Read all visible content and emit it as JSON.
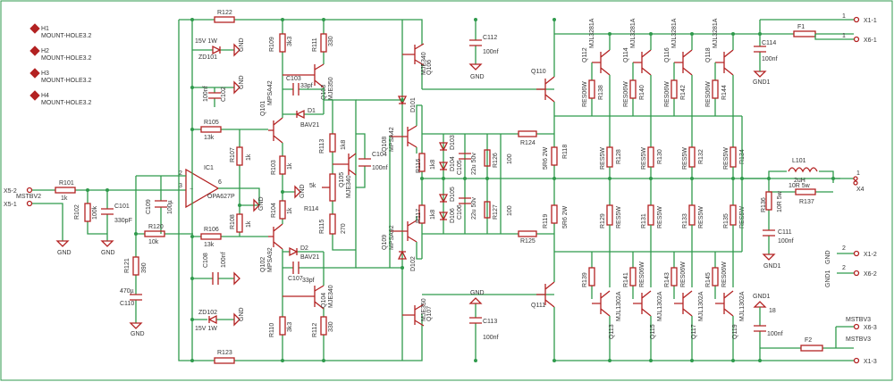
{
  "mount_holes": [
    {
      "ref": "H1",
      "value": "MOUNT-HOLE3.2"
    },
    {
      "ref": "H2",
      "value": "MOUNT-HOLE3.2"
    },
    {
      "ref": "H3",
      "value": "MOUNT-HOLE3.2"
    },
    {
      "ref": "H4",
      "value": "MOUNT-HOLE3.2"
    }
  ],
  "labels": {
    "X5_2": "X5-2",
    "X5_1": "X5-1",
    "MSTBV2": "MSTBV2",
    "R101": "R101",
    "R101v": "1k",
    "R102": "R102",
    "R102v": "100k",
    "C101": "C101",
    "C101v": "330pF",
    "GND": "GND",
    "C109": "C109",
    "C109v": "100µ",
    "R120": "R120",
    "R120v": "10k",
    "R121": "R121",
    "R121v": "390",
    "C110": "C110",
    "C110v": "470µ",
    "IC1": "IC1",
    "IC1v": "OPA627P",
    "pin3": "3",
    "pin2": "2",
    "pin6": "6",
    "R122": "R122",
    "R123": "R123",
    "ZD101": "ZD101",
    "ZD101v": "15V 1W",
    "ZD102": "ZD102",
    "ZD102v": "15V 1W",
    "C102": "C102",
    "C102v": "100nf",
    "C108": "C108",
    "C108v": "100nf",
    "R105": "R105",
    "R105v": "13k",
    "R106": "R106",
    "R106v": "13k",
    "R107": "R107",
    "R107v": "1k",
    "R108": "R108",
    "R108v": "1k",
    "R103": "R103",
    "R103v": "1k",
    "R104": "R104",
    "R104v": "1k",
    "R109": "R109",
    "R109v": "3k3",
    "R110": "R110",
    "R110v": "3k3",
    "R111": "R111",
    "R111v": "330",
    "R112": "R112",
    "R112v": "330",
    "C103": "C103",
    "C103v": "33pf",
    "C107": "C107",
    "C107v": "33pf",
    "Q101": "Q101",
    "Q101v": "MPSA42",
    "Q102": "Q102",
    "Q102v": "MPSA92",
    "Q103": "Q103",
    "Q103v": "MJE350",
    "Q104": "Q104",
    "Q104v": "MJE340",
    "D1": "D1",
    "D1v": "BAV21",
    "D2": "D2",
    "D2v": "BAV21",
    "R113": "R113",
    "R113v": "1k8",
    "R114": "R114",
    "R114v": "5k",
    "R115": "R115",
    "R115v": "270",
    "Q105": "Q105",
    "Q105v": "MJE340",
    "C104": "C104",
    "C104v": "100nf",
    "Q106": "Q106",
    "Q106v": "MJE340",
    "Q107": "Q107",
    "Q107v": "MJE350",
    "Q108": "Q108",
    "Q108v": "MPSA42",
    "Q109": "Q109",
    "Q109v": "MPSA92",
    "D101": "D101",
    "D102": "D102",
    "D103": "D103",
    "D104": "D104",
    "D105": "D105",
    "D106": "D106",
    "R116": "R116",
    "R116v": "1k8",
    "R117": "R117",
    "R117v": "1k8",
    "C105": "C105",
    "C105v": "22u 50v",
    "C106": "C106",
    "C106v": "22u 50v",
    "R126": "R126",
    "R126v": "100",
    "R127": "R127",
    "R127v": "100",
    "R124": "R124",
    "R125": "R125",
    "R118": "R118",
    "R118v": "5R6 2W",
    "R119": "R119",
    "R119v": "5R6 2W",
    "C112": "C112",
    "C112v": "100nf",
    "C113": "C113",
    "C113v": "100nf",
    "Q110": "Q110",
    "Q111": "Q111",
    "Q112": "Q112",
    "Q114": "Q114",
    "Q116": "Q116",
    "Q118": "Q118",
    "MJL3281A": "MJL3281A",
    "Q113": "Q113",
    "Q115": "Q115",
    "Q117": "Q117",
    "Q119": "Q119",
    "MJL1302A": "MJL1302A",
    "R138": "R138",
    "R140": "R140",
    "R142": "R142",
    "R144": "R144",
    "R139": "R139",
    "R141": "R141",
    "R143": "R143",
    "R145": "R145",
    "RES06W": "RES06W",
    "RES5W": "RES5W",
    "R128": "R128",
    "R130": "R130",
    "R132": "R132",
    "R134": "R134",
    "R129": "R129",
    "R131": "R131",
    "R133": "R133",
    "R135": "R135",
    "C114": "C114",
    "C114v": "100nf",
    "GND1": "GND1",
    "F1": "F1",
    "F2": "F2",
    "X1_1": "X1-1",
    "X6_1": "X6-1",
    "X1_2": "X1-2",
    "X6_2": "X6-2",
    "X6_3": "X6-3",
    "X1_3": "X1-3",
    "MSTBV3": "MSTBV3",
    "L101": "L101",
    "L101v": "2uH",
    "R136": "R136",
    "R136v": "10R 5w",
    "R137": "R137",
    "R137v": "10R 5w",
    "C111": "C111",
    "C111v": "100nf",
    "X4": "X4",
    "C118": "18",
    "C118v": "100nf",
    "n1": "1",
    "n2": "2"
  }
}
